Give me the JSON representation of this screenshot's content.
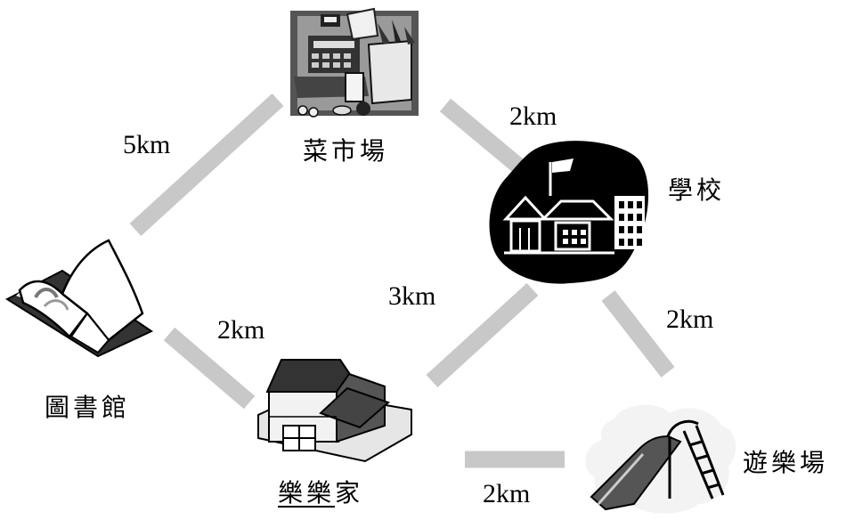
{
  "places": {
    "market": "菜市場",
    "school": "學校",
    "library": "圖書館",
    "home_name": "樂樂",
    "home_suffix": "家",
    "playground": "遊樂場"
  },
  "routes": {
    "library_market": "5km",
    "market_school": "2km",
    "library_home": "2km",
    "home_school": "3km",
    "school_playground": "2km",
    "home_playground": "2km"
  },
  "colors": {
    "road": "#c8c8c8",
    "ink": "#000000",
    "paper": "#ffffff"
  },
  "icons": [
    "cash-register-groceries-icon",
    "school-building-icon",
    "open-book-icon",
    "house-icon",
    "slide-icon"
  ]
}
